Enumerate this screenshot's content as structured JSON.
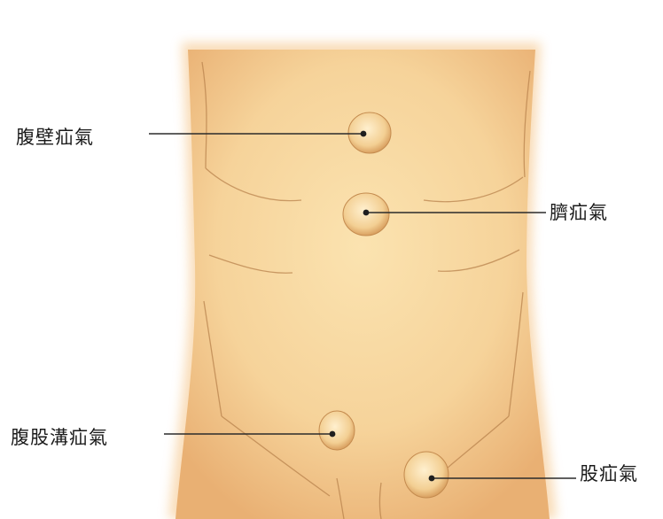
{
  "labels": {
    "abdominal_wall_hernia": "腹壁疝氣",
    "umbilical_hernia": "臍疝氣",
    "inguinal_hernia": "腹股溝疝氣",
    "femoral_hernia": "股疝氣"
  },
  "colors": {
    "background": "#ffffff",
    "skin_light": "#fbe3b0",
    "skin_mid": "#f2c787",
    "skin_edge": "#e3a768",
    "contour": "#b9834d",
    "pointer_line": "#2b2b2b",
    "dot": "#1f1f1f"
  }
}
